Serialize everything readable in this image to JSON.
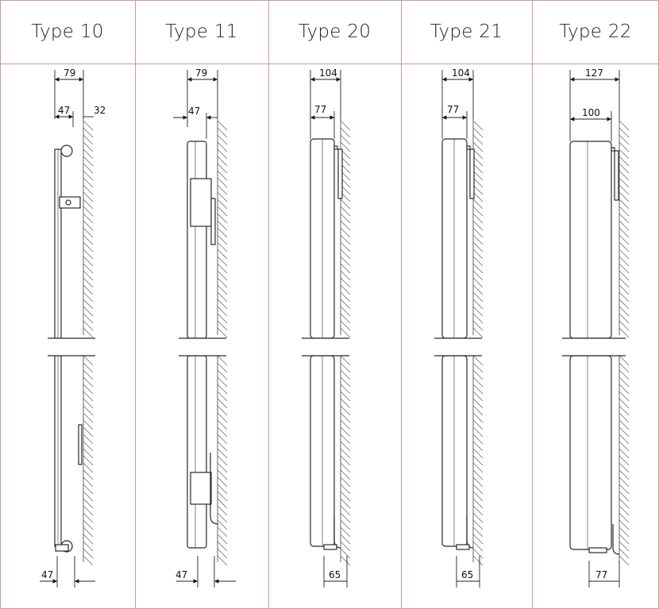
{
  "columns": [
    {
      "type_label": "Type 10",
      "dim_overall": "79",
      "dim_body": "47",
      "dim_gap": "32",
      "dim_bottom": "47"
    },
    {
      "type_label": "Type 11",
      "dim_overall": "79",
      "dim_body": "47",
      "dim_bottom": "47"
    },
    {
      "type_label": "Type 20",
      "dim_overall": "104",
      "dim_body": "77",
      "dim_bottom": "65"
    },
    {
      "type_label": "Type 21",
      "dim_overall": "104",
      "dim_body": "77",
      "dim_bottom": "65"
    },
    {
      "type_label": "Type 22",
      "dim_overall": "127",
      "dim_body": "100",
      "dim_bottom": "77"
    }
  ],
  "colors": {
    "rule": "#c89a9a",
    "line": "#2a2a2a",
    "hatch": "#555555"
  }
}
